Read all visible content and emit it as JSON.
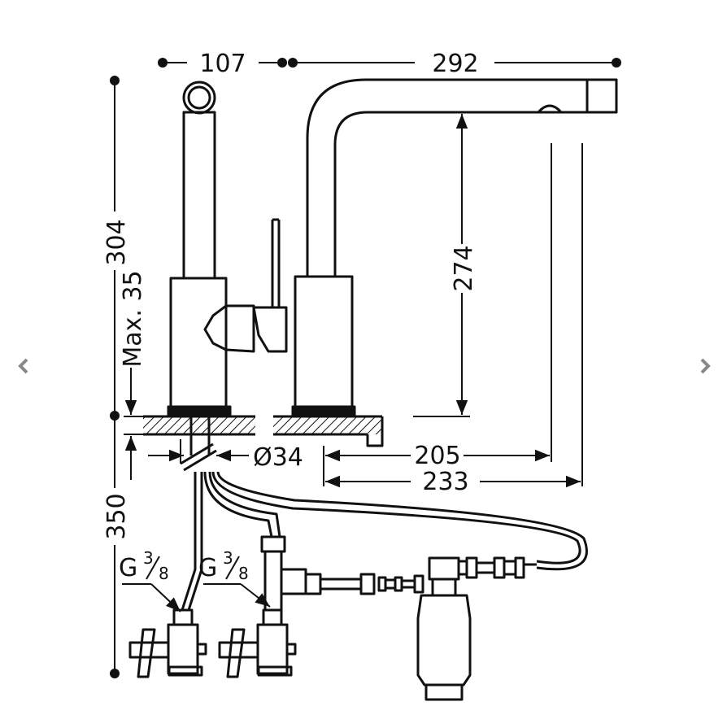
{
  "dimensions": {
    "top_left": "107",
    "top_right": "292",
    "height_total": "304",
    "max_deck": "Max. 35",
    "spout_height": "274",
    "hole_diameter": "Ø34",
    "reach_inner": "205",
    "reach_outer": "233",
    "below_deck": "350"
  },
  "connections": {
    "left_thread_main": "G",
    "left_thread_num": "3",
    "left_thread_den": "8",
    "right_thread_main": "G",
    "right_thread_num": "3",
    "right_thread_den": "8"
  },
  "nav": {
    "prev_icon": "chevron-left-icon",
    "next_icon": "chevron-right-icon",
    "color": "#888888"
  },
  "colors": {
    "line": "#111111",
    "background": "#ffffff"
  }
}
